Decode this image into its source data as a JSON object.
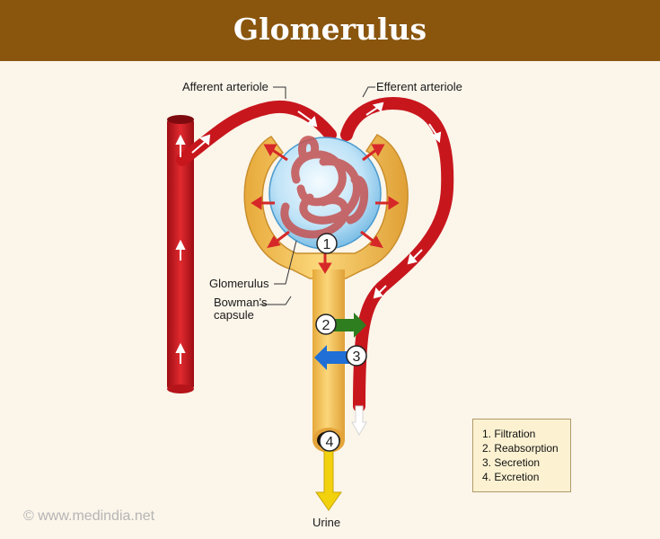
{
  "title": "Glomerulus",
  "labels": {
    "afferent": "Afferent arteriole",
    "efferent": "Efferent arteriole",
    "glomerulus": "Glomerulus",
    "bowmans_line1": "Bowman's",
    "bowmans_line2": "capsule",
    "urine": "Urine"
  },
  "step_markers": [
    "1",
    "2",
    "3",
    "4"
  ],
  "legend": [
    "1. Filtration",
    "2. Reabsorption",
    "3. Secretion",
    "4. Excretion"
  ],
  "watermark": "©  www.medindia.net",
  "colors": {
    "header": "#8a560e",
    "background": "#fbf5ea",
    "vessel": "#c8161d",
    "capsule": "#f3c35a",
    "filtration_arrows": "#d62828",
    "reabsorption_arrow": "#2e7d1e",
    "secretion_arrow": "#1f6fd6",
    "excretion_arrow": "#f2d10d"
  }
}
